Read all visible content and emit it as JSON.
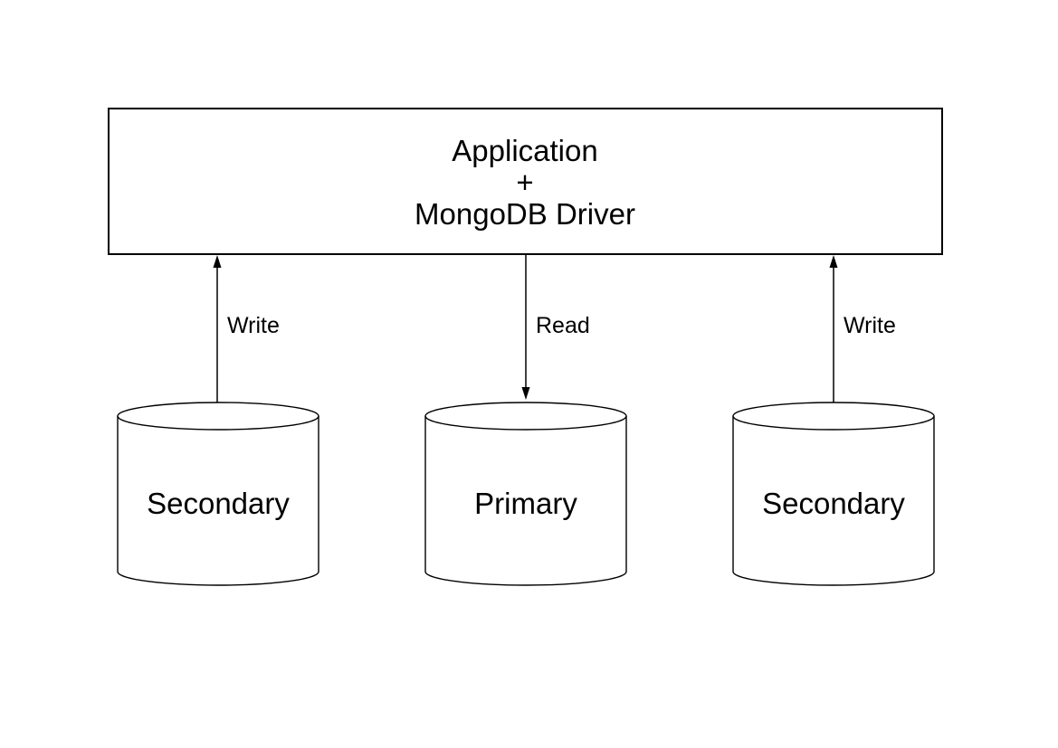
{
  "diagram": {
    "background": "#ffffff",
    "stroke_color": "#000000",
    "text_color": "#000000",
    "application_box": {
      "line1": "Application",
      "line2": "+",
      "line3": "MongoDB Driver"
    },
    "connections": [
      {
        "label": "Write",
        "direction": "up"
      },
      {
        "label": "Read",
        "direction": "down"
      },
      {
        "label": "Write",
        "direction": "up"
      }
    ],
    "databases": [
      {
        "label": "Secondary"
      },
      {
        "label": "Primary"
      },
      {
        "label": "Secondary"
      }
    ]
  }
}
